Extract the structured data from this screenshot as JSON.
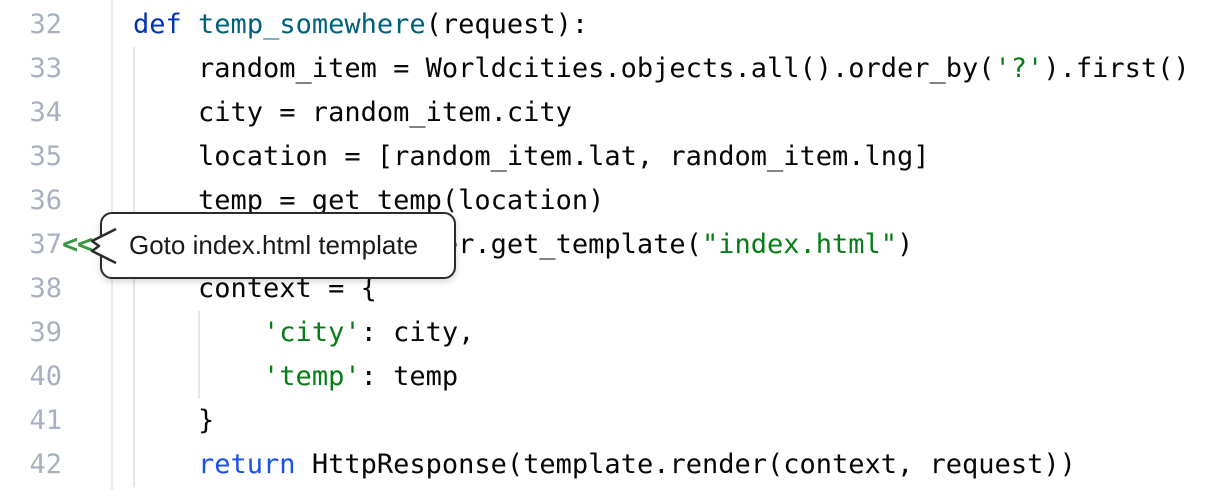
{
  "editor": {
    "tooltip": {
      "text": "Goto index.html template"
    },
    "gutter_icon": {
      "glyph1": "<",
      "glyph2": "<"
    },
    "colors": {
      "plain": "#070707",
      "keyword": "#0033b3",
      "keyword_bright": "#1750eb",
      "function": "#00627a",
      "string": "#067d17",
      "line_number": "#a9b1c1",
      "gutter_separator": "#ececee",
      "indent_guide": "#e4e7eb",
      "icon_green": "#379740",
      "tooltip_border": "#2b2b2b",
      "tooltip_bg": "#ffffff",
      "tooltip_text": "#1a1a1a",
      "background": "#ffffff"
    },
    "lines": [
      {
        "number": "32",
        "tokens": [
          {
            "t": "def",
            "c": "keyword"
          },
          {
            "t": " ",
            "c": "plain"
          },
          {
            "t": "temp_somewhere",
            "c": "function"
          },
          {
            "t": "(request):",
            "c": "plain"
          }
        ]
      },
      {
        "number": "33",
        "tokens": [
          {
            "t": "    random_item = Worldcities.objects.all().order_by(",
            "c": "plain"
          },
          {
            "t": "'?'",
            "c": "string"
          },
          {
            "t": ").first()",
            "c": "plain"
          }
        ]
      },
      {
        "number": "34",
        "tokens": [
          {
            "t": "    city = random_item.city",
            "c": "plain"
          }
        ]
      },
      {
        "number": "35",
        "tokens": [
          {
            "t": "    location = [random_item.lat, random_item.lng]",
            "c": "plain"
          }
        ]
      },
      {
        "number": "36",
        "tokens": [
          {
            "t": "    temp = get_temp(location)",
            "c": "plain"
          }
        ]
      },
      {
        "number": "37",
        "tokens": [
          {
            "t": "    template = loader.get_template(",
            "c": "plain"
          },
          {
            "t": "\"index.html\"",
            "c": "string"
          },
          {
            "t": ")",
            "c": "plain"
          }
        ]
      },
      {
        "number": "38",
        "tokens": [
          {
            "t": "    context = {",
            "c": "plain"
          }
        ]
      },
      {
        "number": "39",
        "tokens": [
          {
            "t": "        ",
            "c": "plain"
          },
          {
            "t": "'city'",
            "c": "string"
          },
          {
            "t": ": city,",
            "c": "plain"
          }
        ]
      },
      {
        "number": "40",
        "tokens": [
          {
            "t": "        ",
            "c": "plain"
          },
          {
            "t": "'temp'",
            "c": "string"
          },
          {
            "t": ": temp",
            "c": "plain"
          }
        ]
      },
      {
        "number": "41",
        "tokens": [
          {
            "t": "    }",
            "c": "plain"
          }
        ]
      },
      {
        "number": "42",
        "tokens": [
          {
            "t": "    ",
            "c": "plain"
          },
          {
            "t": "return",
            "c": "keyword_bright"
          },
          {
            "t": " HttpResponse(template.render(context, request))",
            "c": "plain"
          }
        ]
      }
    ]
  }
}
